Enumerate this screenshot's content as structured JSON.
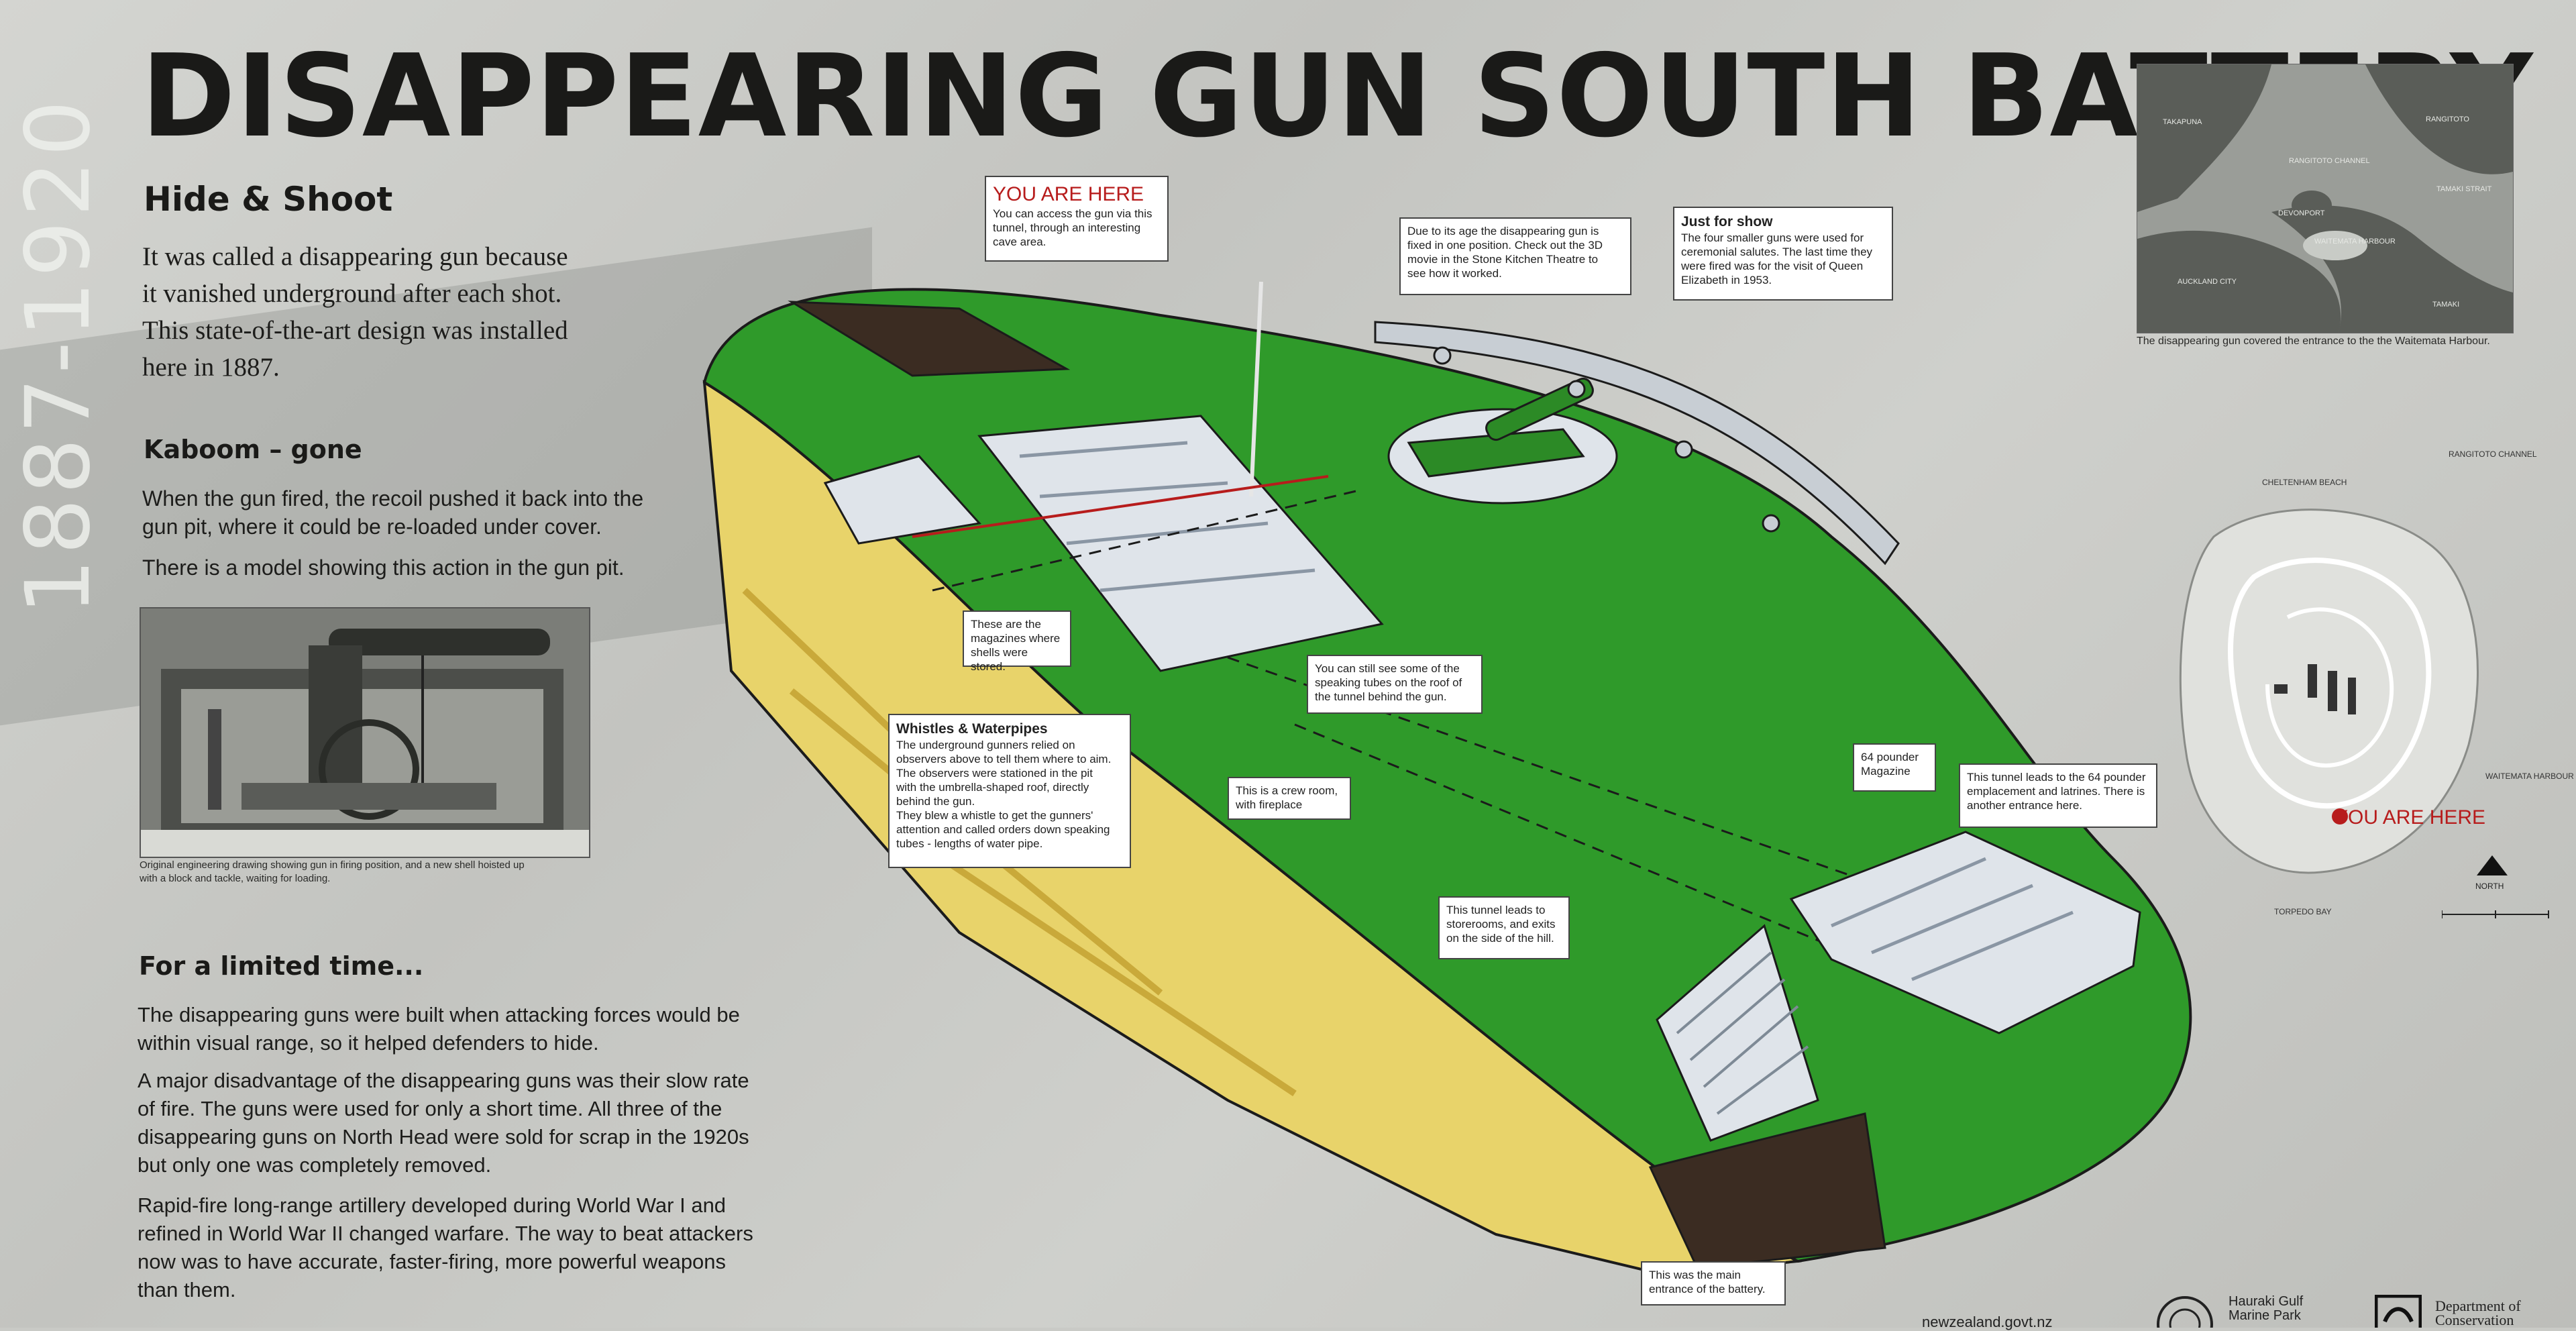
{
  "sign": {
    "years": "1887-1920",
    "title": "DISAPPEARING GUN SOUTH BATTERY",
    "hide_shoot": {
      "heading": "Hide & Shoot",
      "lines": [
        "It was called a disappearing gun because",
        "it vanished underground after each shot.",
        "This state-of-the-art design was installed",
        "here in 1887."
      ]
    },
    "kaboom": {
      "heading": "Kaboom – gone",
      "p1_lines": [
        "When the gun fired, the recoil pushed it back into the",
        "gun pit, where it could be re-loaded under cover."
      ],
      "p2": "There is a model showing this action in the gun pit."
    },
    "photo_caption": [
      "Original engineering drawing showing gun in firing position, and a new shell hoisted up",
      "with a block and tackle, waiting for loading."
    ],
    "limited": {
      "heading": "For a limited time...",
      "p1_lines": [
        "The disappearing guns were built when attacking forces would be",
        "within visual range, so it helped defenders to hide."
      ],
      "p2_lines": [
        "A major disadvantage of the disappearing guns was their slow rate",
        "of fire. The guns were used for only a short time. All three of the",
        "disappearing guns on North Head were sold for scrap in the 1920s",
        "but only one was completely removed."
      ],
      "p3_lines": [
        "Rapid-fire long-range artillery developed during World War I and",
        "refined in World War II changed warfare. The way to beat attackers",
        "now was to have accurate, faster-firing, more powerful weapons",
        "than them."
      ]
    },
    "callouts": {
      "you_are_here": {
        "title": "YOU ARE HERE",
        "lines": [
          "You can access the gun via this",
          "tunnel, through an interesting",
          "cave area."
        ]
      },
      "gun_fixed": {
        "lines": [
          "Due to its age the disappearing gun is",
          "fixed in one position. Check out the 3D",
          "movie in the Stone Kitchen Theatre to",
          "see how it worked."
        ]
      },
      "just_for_show": {
        "title": "Just for show",
        "lines": [
          "The four smaller guns were used for",
          "ceremonial salutes. The last time they",
          "were fired was for the visit of Queen",
          "Elizabeth in 1953."
        ]
      },
      "magazines": {
        "lines": [
          "These are the",
          "magazines where",
          "shells were stored."
        ]
      },
      "speaking_tubes": {
        "lines": [
          "You can still see some of the",
          "speaking tubes on the roof of",
          "the tunnel behind the gun."
        ]
      },
      "whistles": {
        "title": "Whistles & Waterpipes",
        "lines": [
          "The underground gunners relied on",
          "observers above to tell them where to aim.",
          "The observers were stationed in the pit",
          "with the umbrella-shaped roof, directly",
          "behind the gun.",
          "They blew a whistle to get the gunners'",
          "attention and called orders down speaking",
          "tubes - lengths of water pipe."
        ]
      },
      "crew_room": {
        "lines": [
          "This is a crew room,",
          "with fireplace"
        ]
      },
      "storerooms": {
        "lines": [
          "This tunnel leads to",
          "storerooms, and exits",
          "on the side of the hill."
        ]
      },
      "magazine64": {
        "lines": [
          "64 pounder",
          "Magazine"
        ]
      },
      "tunnel64": {
        "lines": [
          "This tunnel leads to the 64 pounder",
          "emplacement and latrines. There is",
          "another entrance here."
        ]
      },
      "main_entrance": {
        "lines": [
          "This was the main",
          "entrance of the battery."
        ]
      }
    },
    "map_top": {
      "labels": {
        "takapuna": "TAKAPUNA",
        "rangitoto": "RANGITOTO",
        "rangitoto_channel": "RANGITOTO CHANNEL",
        "tamaki_strait": "TAMAKI STRAIT",
        "devonport": "DEVONPORT",
        "waitemata": "WAITEMATA HARBOUR",
        "auckland": "AUCKLAND CITY",
        "tamaki": "TAMAKI"
      },
      "caption": "The disappearing gun covered the entrance to the the Waitemata Harbour."
    },
    "map_bottom": {
      "cheltenham": "CHELTENHAM BEACH",
      "rangitoto_channel": "RANGITOTO CHANNEL",
      "waitemata": "WAITEMATA HARBOUR",
      "torpedo": "TORPEDO BAY",
      "you_are_here": "YOU ARE HERE",
      "north": "NORTH"
    },
    "footer": {
      "url": "newzealand.govt.nz",
      "hauraki": [
        "Hauraki Gulf",
        "Marine Park"
      ],
      "doc": [
        "Department of",
        "Conservation"
      ]
    }
  }
}
